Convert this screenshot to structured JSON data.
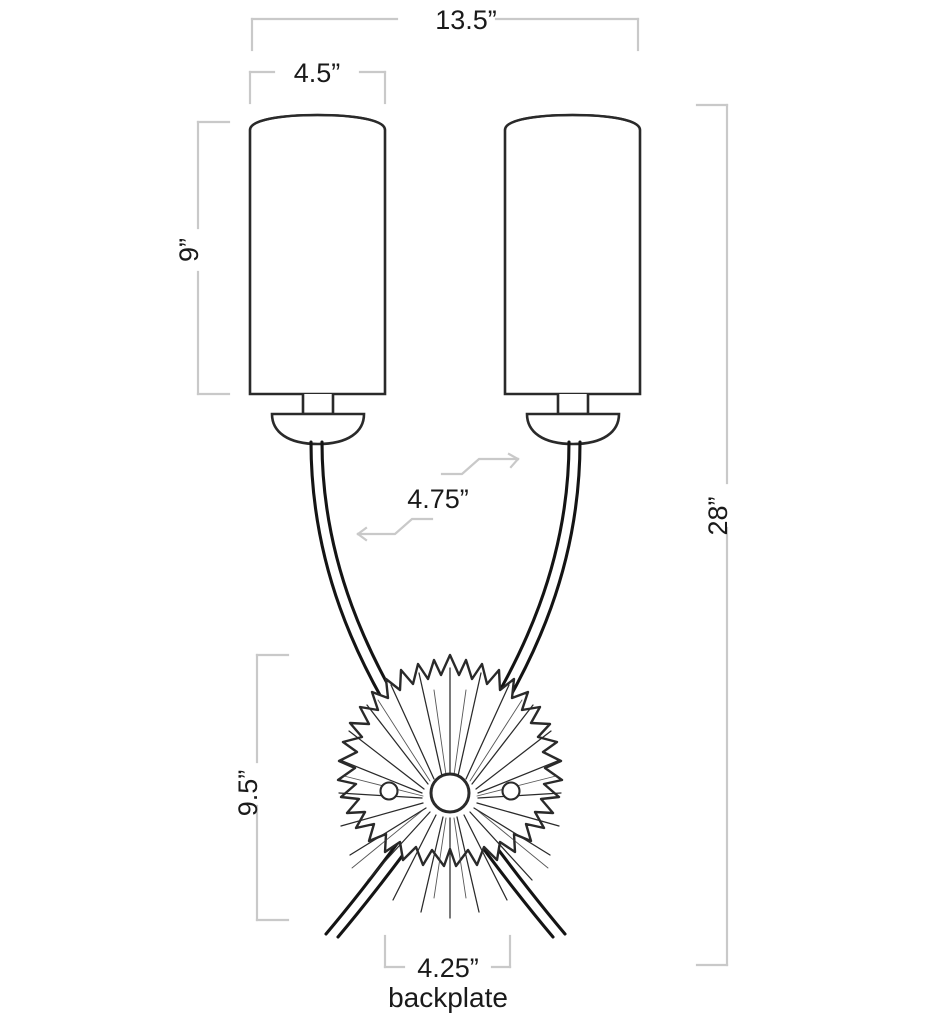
{
  "drawing": {
    "title": "two-light wall sconce dimension drawing",
    "background_color": "#ffffff",
    "line_color": "#1a1a1a",
    "dimension_line_color": "#c9c9c9",
    "text_color": "#1a1a1a"
  },
  "dimensions": {
    "overall_width": "13.5”",
    "shade_width": "4.5”",
    "shade_height": "9”",
    "arm_spread": "4.75”",
    "overall_height": "28”",
    "backplate_height": "9.5”",
    "backplate_width": "4.25”"
  },
  "labels": {
    "backplate": "backplate"
  },
  "parts": {
    "left_shade": "cylindrical drum shade",
    "right_shade": "cylindrical drum shade",
    "left_bobeche": "bobeche",
    "right_bobeche": "bobeche",
    "left_arm": "curved arm",
    "right_arm": "curved arm",
    "backplate_medallion": "starburst floral backplate",
    "center_hub": "center hub",
    "mounting_screw_left": "mounting screw",
    "mounting_screw_right": "mounting screw"
  }
}
